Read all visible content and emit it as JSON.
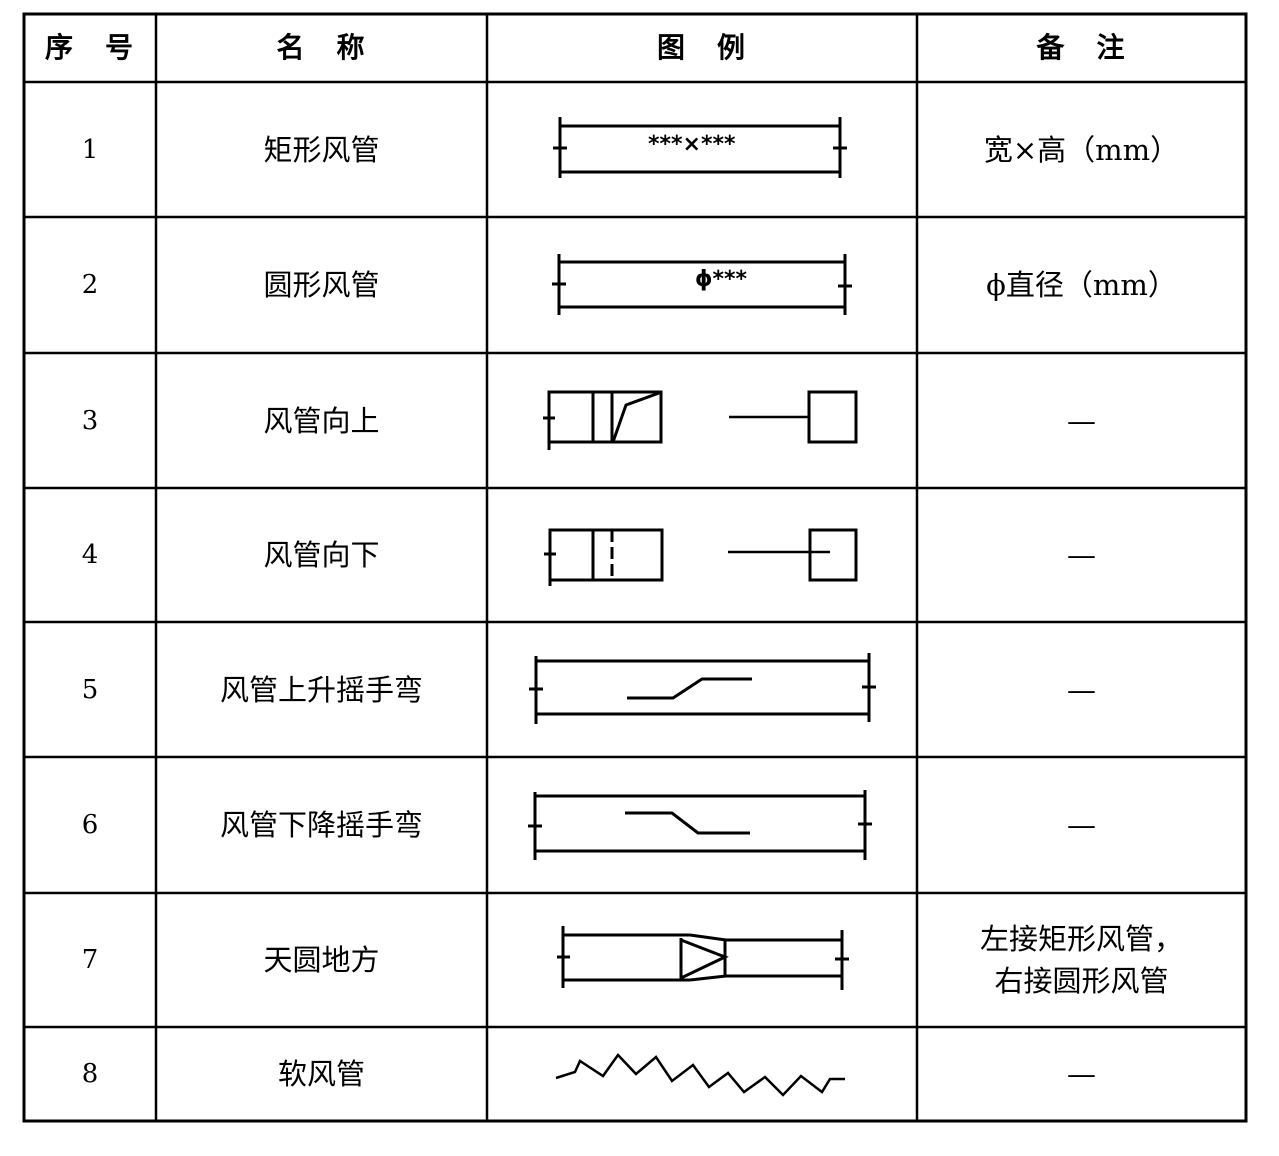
{
  "header": {
    "index": "序　号",
    "name": "名　称",
    "symbol": "图　例",
    "note": "备　注"
  },
  "rows": [
    {
      "index": "1",
      "name": "矩形风管",
      "note": "宽×高（mm）",
      "symbol_label": "***×***"
    },
    {
      "index": "2",
      "name": "圆形风管",
      "note": "ϕ直径（mm）",
      "symbol_label": "ϕ***"
    },
    {
      "index": "3",
      "name": "风管向上",
      "note": "—"
    },
    {
      "index": "4",
      "name": "风管向下",
      "note": "—"
    },
    {
      "index": "5",
      "name": "风管上升摇手弯",
      "note": "—"
    },
    {
      "index": "6",
      "name": "风管下降摇手弯",
      "note": "—"
    },
    {
      "index": "7",
      "name": "天圆地方",
      "note_line1": "左接矩形风管，",
      "note_line2": "右接圆形风管"
    },
    {
      "index": "8",
      "name": "软风管",
      "note": "—"
    }
  ]
}
